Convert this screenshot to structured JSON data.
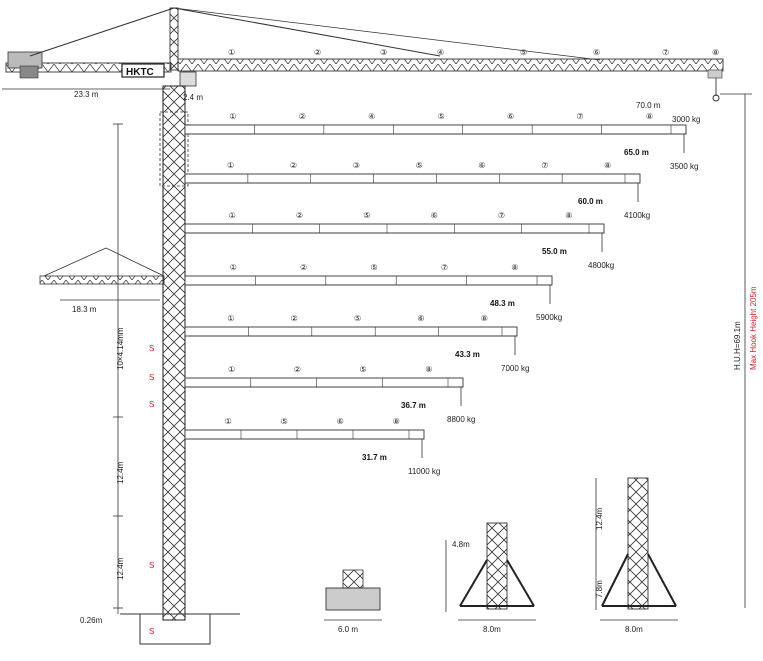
{
  "brand": "HKTC",
  "counter_jib": {
    "length": "23.3 m",
    "tie_offset": "2.4 m"
  },
  "luffing_small_jib": {
    "length": "18.3 m"
  },
  "jib_configs": [
    {
      "radius": "70.0 m",
      "load": "3000 kg",
      "sections": [
        "①",
        "②",
        "③",
        "④",
        "⑤",
        "⑥",
        "⑦",
        "⑧"
      ]
    },
    {
      "radius": "65.0 m",
      "load": "3500 kg",
      "sections": [
        "①",
        "②",
        "④",
        "⑤",
        "⑥",
        "⑦",
        "⑧"
      ]
    },
    {
      "radius": "60.0 m",
      "load": "4100kg",
      "sections": [
        "①",
        "②",
        "③",
        "⑤",
        "⑥",
        "⑦",
        "⑧"
      ]
    },
    {
      "radius": "55.0 m",
      "load": "4800kg",
      "sections": [
        "①",
        "②",
        "⑤",
        "⑥",
        "⑦",
        "⑧"
      ]
    },
    {
      "radius": "48.3 m",
      "load": "5900kg",
      "sections": [
        "①",
        "②",
        "⑤",
        "⑦",
        "⑧"
      ]
    },
    {
      "radius": "43.3 m",
      "load": "7000 kg",
      "sections": [
        "①",
        "②",
        "⑤",
        "⑥",
        "⑧"
      ]
    },
    {
      "radius": "36.7 m",
      "load": "8800 kg",
      "sections": [
        "①",
        "②",
        "⑤",
        "⑧"
      ]
    },
    {
      "radius": "31.7 m",
      "load": "11000 kg",
      "sections": [
        "①",
        "⑤",
        "⑥",
        "⑧"
      ]
    }
  ],
  "mast": {
    "upper_sections": "10×4.14mm",
    "middle_section": "12.4m",
    "lower_section": "12.4m",
    "base_offset": "0.26m",
    "marker": "S"
  },
  "heights": {
    "huh": "H.U.H=69.1m",
    "max_hook": "Max Hook Height 205m"
  },
  "bases": [
    {
      "width": "6.0 m"
    },
    {
      "width": "8.0m",
      "height": "4.8m"
    },
    {
      "width": "8.0m",
      "upper": "12.4m",
      "lower": "7.8m"
    }
  ]
}
